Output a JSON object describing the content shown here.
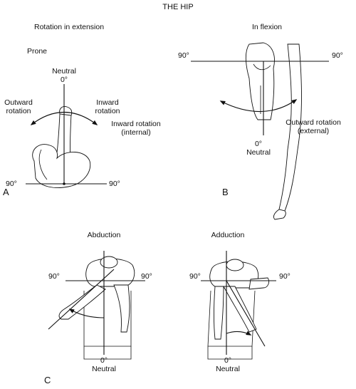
{
  "title": "THE HIP",
  "panel_a": {
    "letter": "A",
    "heading": "Rotation in extension",
    "position": "Prone",
    "neutral": "Neutral",
    "zero": "0°",
    "outward": [
      "Outward",
      "rotation"
    ],
    "inward": [
      "Inward",
      "rotation"
    ],
    "inward_internal": [
      "Inward rotation",
      "(internal)"
    ],
    "left_90": "90°",
    "right_90": "90°"
  },
  "panel_b": {
    "letter": "B",
    "heading": "In flexion",
    "left_90": "90°",
    "right_90": "90°",
    "zero": "0°",
    "neutral": "Neutral",
    "outward_external": [
      "Outward rotation",
      "(external)"
    ]
  },
  "panel_c": {
    "letter": "C",
    "abduction": {
      "heading": "Abduction",
      "left_90": "90°",
      "right_90": "90°",
      "zero": "0°",
      "neutral": "Neutral"
    },
    "adduction": {
      "heading": "Adduction",
      "left_90": "90°",
      "right_90": "90°",
      "zero": "0°",
      "neutral": "Neutral"
    }
  }
}
